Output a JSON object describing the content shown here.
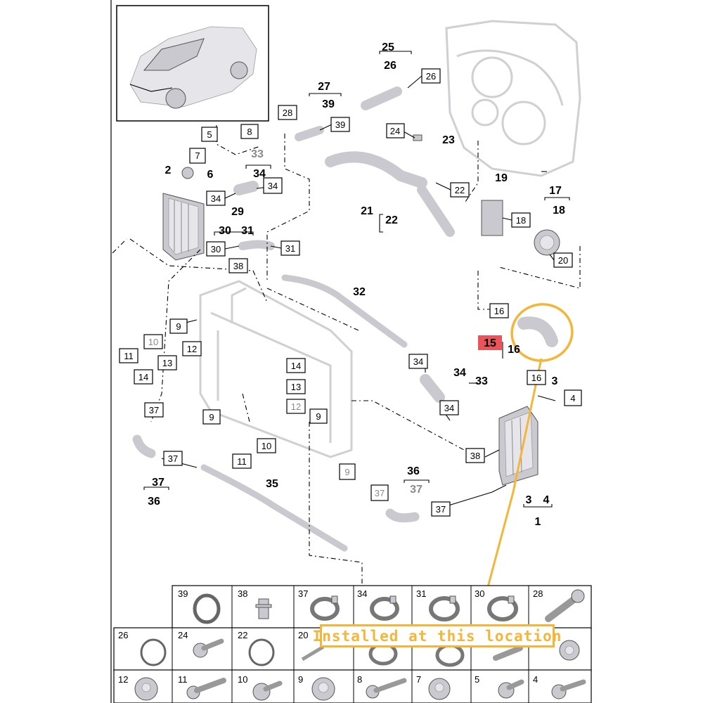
{
  "colors": {
    "highlight": "#f4b63a",
    "target_callout_fill": "#e8545a",
    "line": "#000000",
    "part_grey": "#c9c9cf"
  },
  "annotation": {
    "label": "Installed at this location"
  },
  "callouts": {
    "c1": "1",
    "c2": "2",
    "c3a": "3",
    "c3b": "3",
    "c4a": "4",
    "c4b": "4",
    "c5": "5",
    "c6": "6",
    "c7": "7",
    "c8": "8",
    "c9a": "9",
    "c9b": "9",
    "c9c": "9",
    "c9d": "9",
    "c10a": "10",
    "c10b": "10",
    "c11a": "11",
    "c11b": "11",
    "c12a": "12",
    "c12b": "12",
    "c13a": "13",
    "c13b": "13",
    "c14a": "14",
    "c14b": "14",
    "c15": "15",
    "c16a": "16",
    "c16b": "16",
    "c16c": "16",
    "c17": "17",
    "c18a": "18",
    "c18b": "18",
    "c19": "19",
    "c20": "20",
    "c21": "21",
    "c22a": "22",
    "c22b": "22",
    "c23": "23",
    "c24": "24",
    "c25": "25",
    "c26a": "26",
    "c26b": "26",
    "c27": "27",
    "c28": "28",
    "c29": "29",
    "c30a": "30",
    "c30b": "30",
    "c31a": "31",
    "c31b": "31",
    "c32": "32",
    "c33a": "33",
    "c33b": "33",
    "c34a": "34",
    "c34b": "34",
    "c34c": "34",
    "c34d": "34",
    "c34e": "34",
    "c34f": "34",
    "c35": "35",
    "c36a": "36",
    "c36b": "36",
    "c37a": "37",
    "c37b": "37",
    "c37c": "37",
    "c37d": "37",
    "c37e": "37",
    "c37f": "37",
    "c38a": "38",
    "c38b": "38",
    "c39a": "39",
    "c39b": "39"
  },
  "parts_table": {
    "row1": [
      "39",
      "38",
      "37",
      "34",
      "31",
      "30",
      "28"
    ],
    "row2": [
      "26",
      "24",
      "22",
      "20",
      "",
      "",
      ""
    ],
    "row3": [
      "12",
      "11",
      "10",
      "9",
      "8",
      "7",
      "5",
      "4"
    ]
  }
}
